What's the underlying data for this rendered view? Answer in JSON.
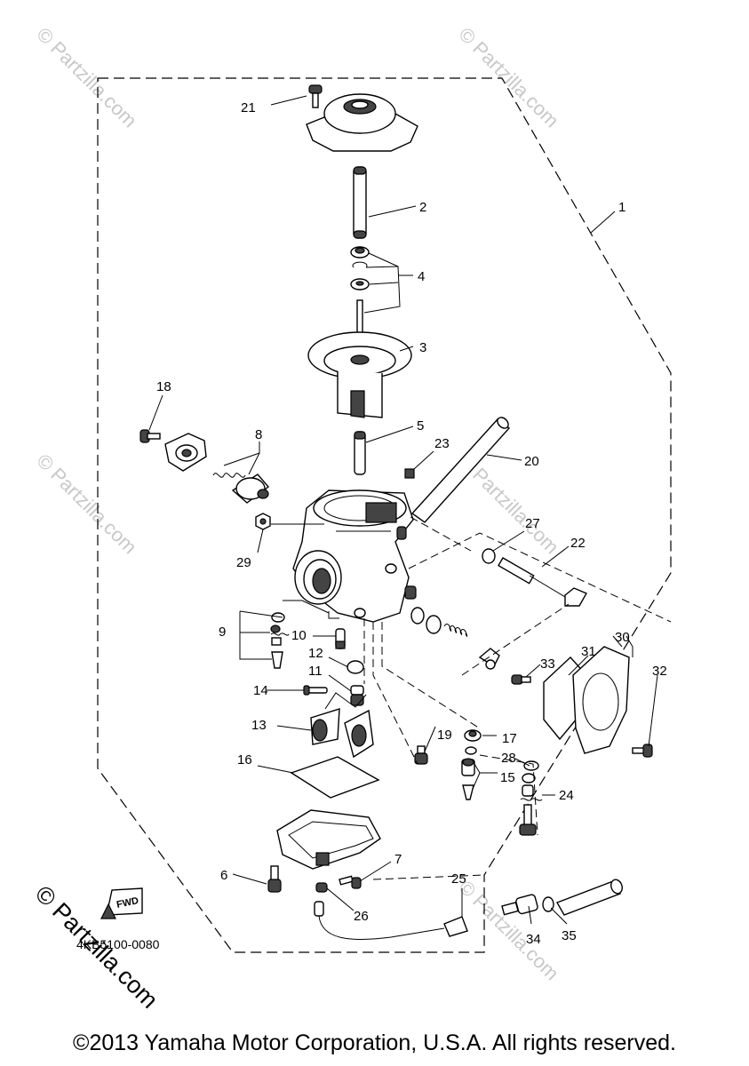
{
  "diagram": {
    "labels": [
      "1",
      "2",
      "3",
      "4",
      "5",
      "6",
      "7",
      "8",
      "9",
      "10",
      "11",
      "12",
      "13",
      "14",
      "15",
      "16",
      "17",
      "18",
      "19",
      "20",
      "21",
      "22",
      "23",
      "24",
      "25",
      "26",
      "27",
      "28",
      "29",
      "30",
      "31",
      "32",
      "33",
      "34",
      "35"
    ],
    "diagram_code": "4KB5100-0080",
    "fwd_text": "FWD",
    "watermark_small": "© Partzilla.com",
    "watermark_big": "© Partzilla.com"
  },
  "footer": {
    "copyright": "©2013 Yamaha Motor Corporation, U.S.A. All rights reserved."
  }
}
